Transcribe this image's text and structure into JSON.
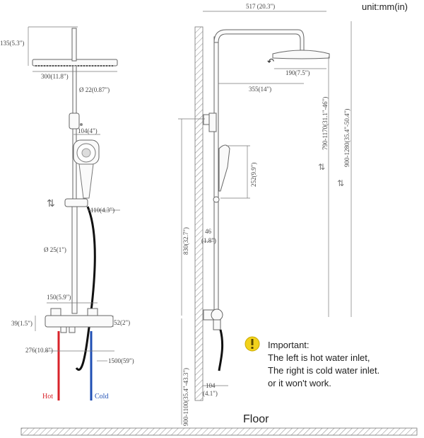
{
  "unit_label": "unit:mm(in)",
  "floor_label": "Floor",
  "important": {
    "title": "Important:",
    "lines": [
      "The left is hot water inlet,",
      "The right is cold water inlet.",
      "or it won't work."
    ]
  },
  "inlets": {
    "hot": "Hot",
    "cold": "Cold"
  },
  "dims_left": {
    "head_height": "135(5.3\")",
    "head_width": "300(11.8\")",
    "upper_dia": "Ø 22(0.87\")",
    "handset": "104(4\")",
    "holder": "110(4.3\")",
    "lower_dia": "Ø 25(1\")",
    "valve_spacing": "150(5.9\")",
    "valve_height": "39(1.5\")",
    "valve_depth": "52(2\")",
    "valve_width": "276(10.8\")",
    "hose": "1500(59\")"
  },
  "dims_right": {
    "reach": "517 (20.3\")",
    "head_dia": "190(7.5\")",
    "arm": "355(14\")",
    "adjust_range": "790-1170(31.1\"-46\")",
    "total_range": "900-1280(35.4\"-50.4\")",
    "handset_len": "252(9.9\")",
    "bar_len": "830(32.7\")",
    "wall_gap": "46",
    "wall_gap_in": "(1.8\")",
    "inlet_height": "900-1100(35.4\"-43.3\")",
    "outlet": "104",
    "outlet_in": "(4.1\")"
  },
  "colors": {
    "hot": "#d8232a",
    "cold": "#1f4fb4",
    "hose": "#111111",
    "warn": "#f2d21b"
  }
}
